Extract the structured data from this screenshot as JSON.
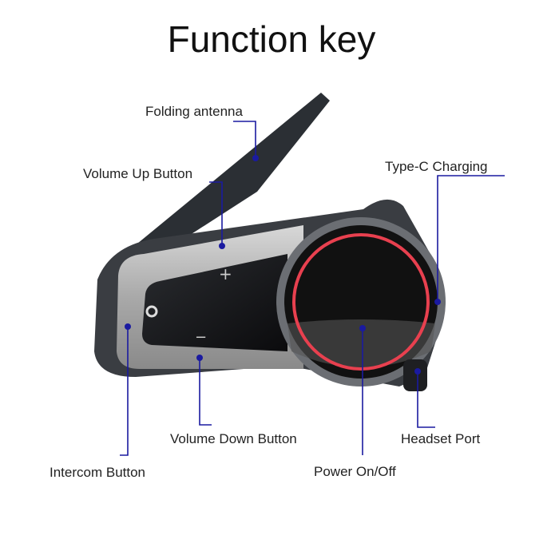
{
  "title": "Function key",
  "labels": {
    "folding_antenna": "Folding antenna",
    "volume_up": "Volume Up Button",
    "type_c": "Type-C Charging",
    "intercom": "Intercom Button",
    "volume_down": "Volume Down Button",
    "power": "Power On/Off",
    "headset": "Headset Port"
  },
  "device_marks": {
    "plus": "+",
    "minus": "−"
  },
  "colors": {
    "leader": "#1a1aa0",
    "ring": "#e8404f",
    "shell": "#3a3d42"
  }
}
